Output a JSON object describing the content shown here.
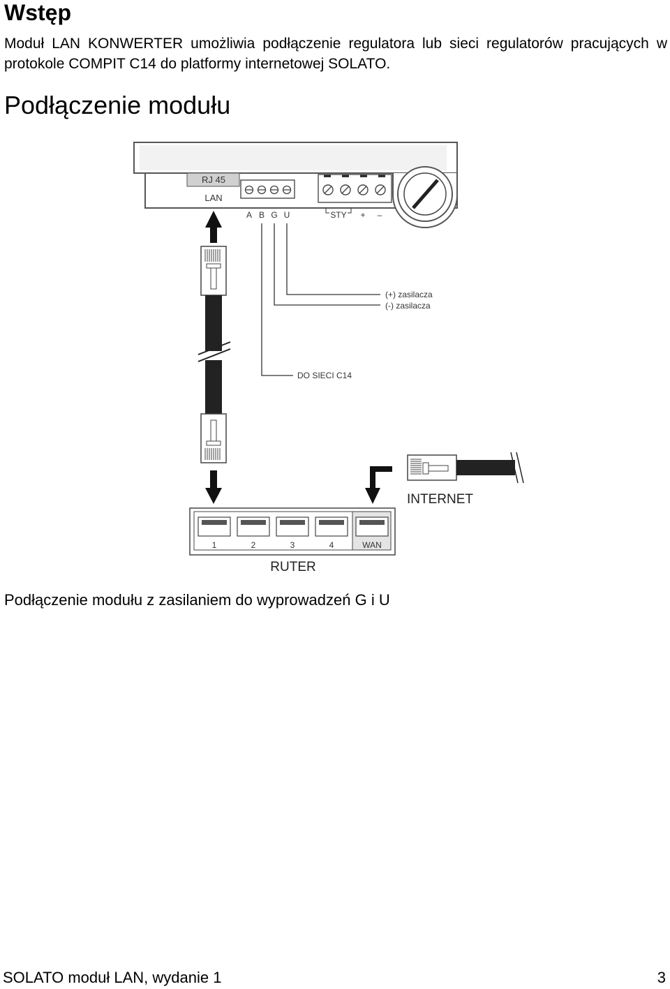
{
  "heading": "Wstęp",
  "intro": "Moduł LAN KONWERTER umożliwia podłączenie regulatora lub sieci regulatorów pracujących w protokole COMPIT C14 do platformy internetowej SOLATO.",
  "section_title": "Podłączenie modułu",
  "diagram": {
    "rj45_label": "RJ 45",
    "lan_label": "LAN",
    "terminal_labels": [
      "A",
      "B",
      "G",
      "U"
    ],
    "sty_label": "STY",
    "plus_label": "+",
    "minus_label": "–",
    "psu_plus": "(+) zasilacza",
    "psu_minus": "(-) zasilacza",
    "network_label": "DO SIECI C14",
    "internet_label": "INTERNET",
    "router_ports": [
      "1",
      "2",
      "3",
      "4",
      "WAN"
    ],
    "router_label": "RUTER"
  },
  "caption": "Podłączenie modułu z zasilaniem do wyprowadzeń G i U",
  "footer": {
    "left": "SOLATO moduł LAN, wydanie 1",
    "page": "3"
  }
}
